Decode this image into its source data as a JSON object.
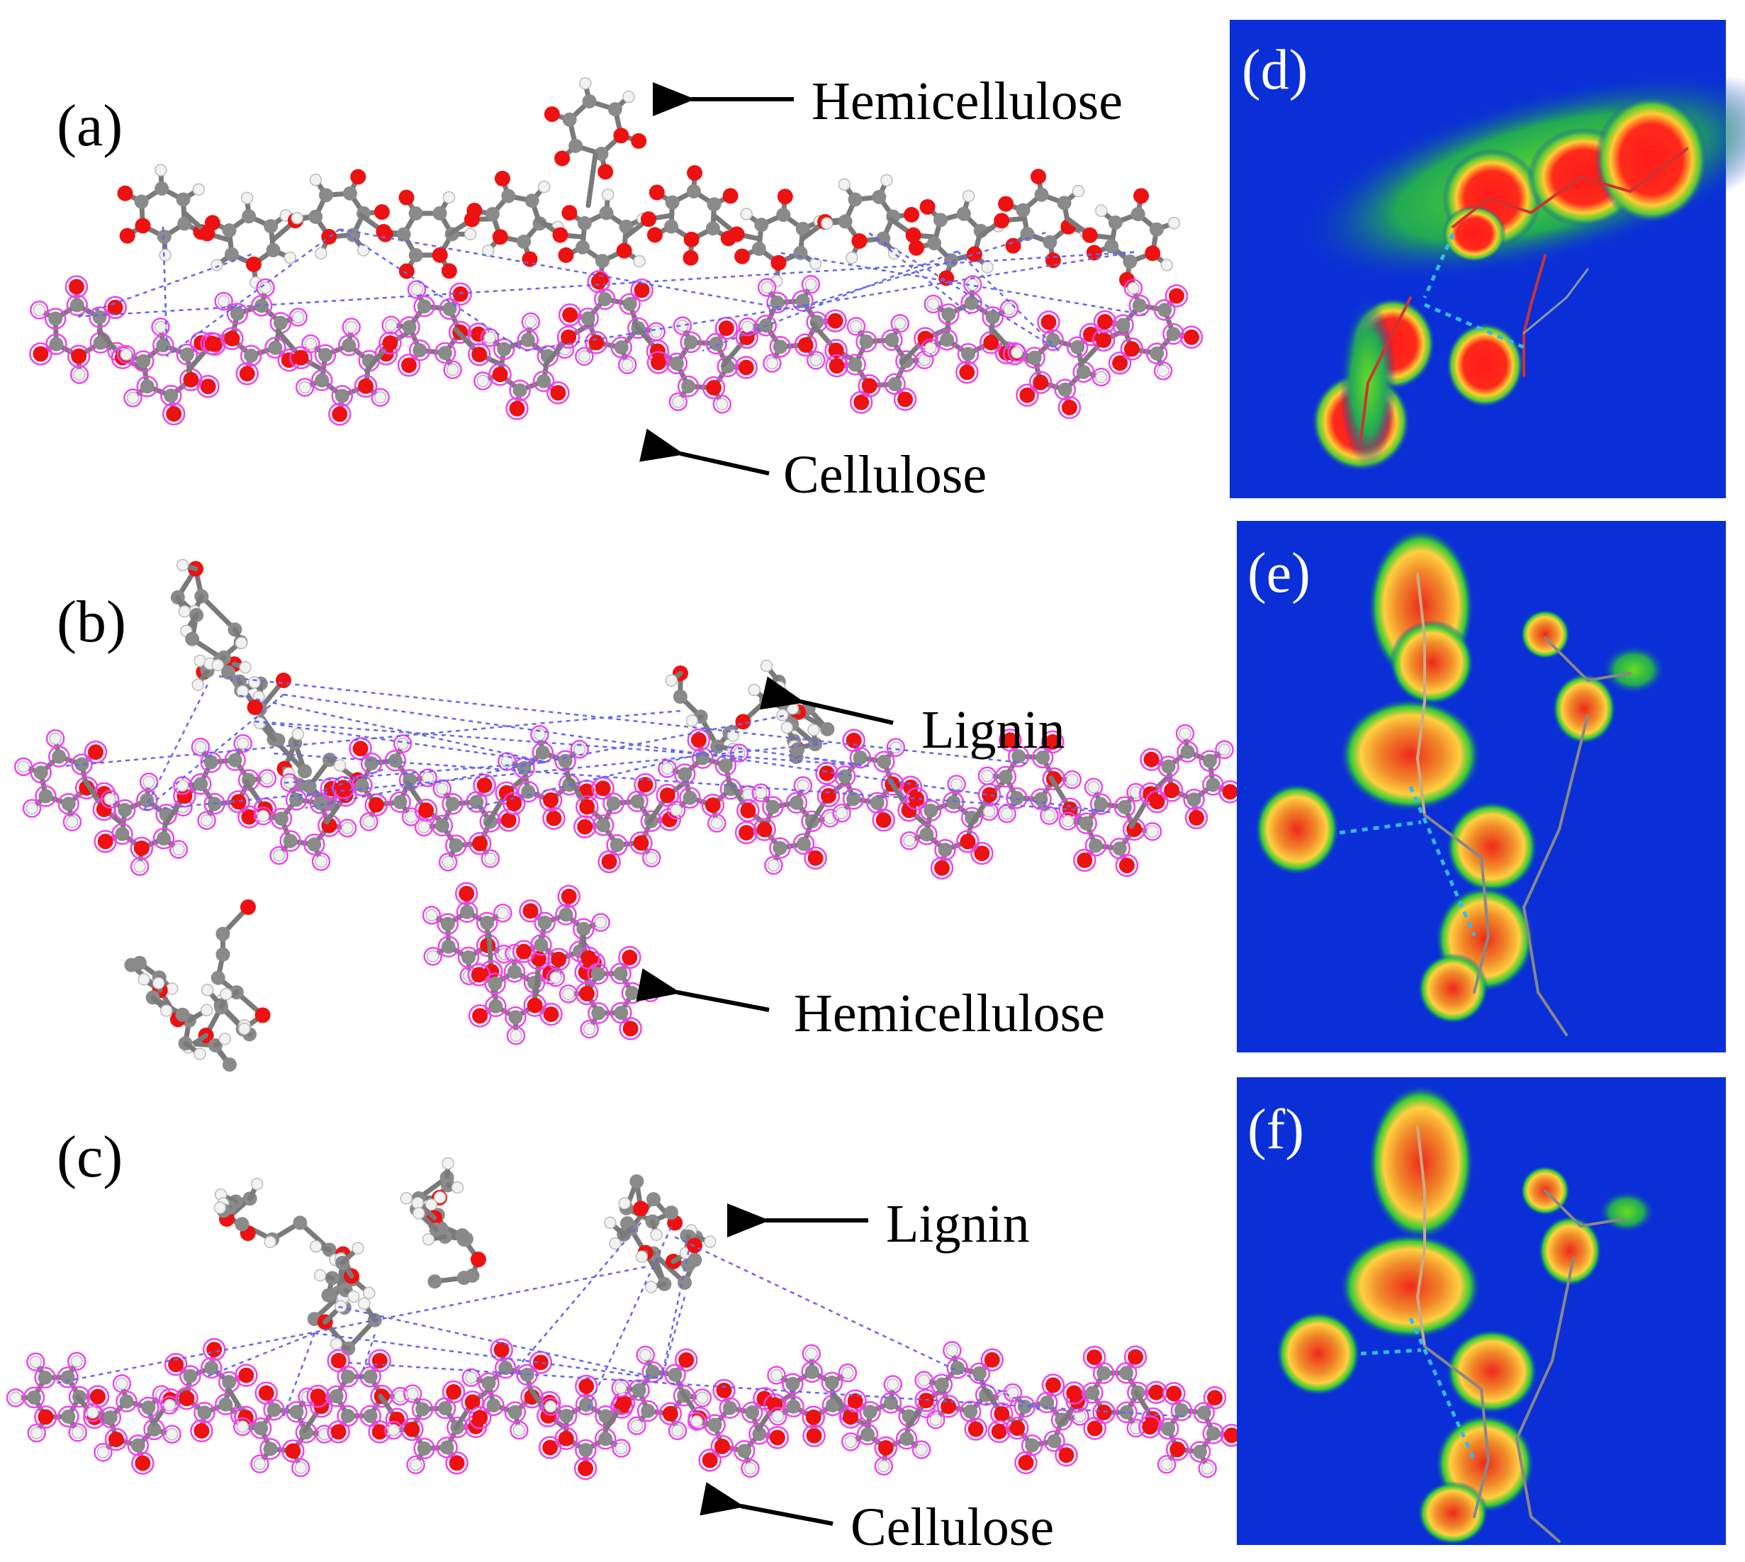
{
  "panels": {
    "a": {
      "label": "(a)",
      "annotations": [
        "Hemicellulose",
        "Cellulose"
      ]
    },
    "b": {
      "label": "(b)",
      "annotations": [
        "Lignin",
        "Hemicellulose"
      ]
    },
    "c": {
      "label": "(c)",
      "annotations": [
        "Lignin",
        "Cellulose"
      ]
    },
    "d": {
      "label": "(d)"
    },
    "e": {
      "label": "(e)"
    },
    "f": {
      "label": "(f)"
    }
  },
  "colors": {
    "carbon": "#8a8a8a",
    "oxygen": "#ee1111",
    "hydrogen": "#f2f2f2",
    "highlight_ring": "#ee44ee",
    "hbond": "#6666ee",
    "map_background": "#0a2fd6",
    "map_hot": "#ff2020",
    "map_mid": "#ffd24a",
    "map_edge": "#44cc44",
    "map_bond_cyan": "#33bbee"
  }
}
